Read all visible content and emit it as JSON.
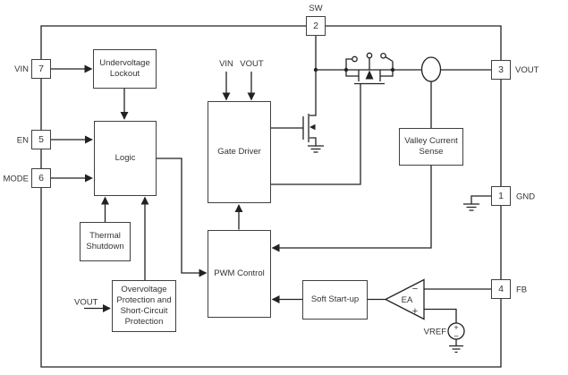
{
  "blocks": {
    "uvlo": "Undervoltage\nLockout",
    "logic": "Logic",
    "gate_driver": "Gate Driver",
    "thermal": "Thermal\nShutdown",
    "ovp": "Overvoltage\nProtection and\nShort-Circuit\nProtection",
    "pwm": "PWM Control",
    "soft_start": "Soft Start-up",
    "valley": "Valley Current\nSense"
  },
  "pins": {
    "vin": {
      "num": "7",
      "label": "VIN"
    },
    "en": {
      "num": "5",
      "label": "EN"
    },
    "mode": {
      "num": "6",
      "label": "MODE"
    },
    "sw": {
      "num": "2",
      "label": "SW"
    },
    "vout": {
      "num": "3",
      "label": "VOUT"
    },
    "gnd": {
      "num": "1",
      "label": "GND"
    },
    "fb": {
      "num": "4",
      "label": "FB"
    }
  },
  "labels": {
    "gate_driver_vin": "VIN",
    "gate_driver_vout": "VOUT",
    "ovp_input": "VOUT",
    "error_amp": "EA",
    "ea_minus": "−",
    "ea_plus": "+",
    "vref": "VREF",
    "source_plus": "+",
    "source_minus": "−"
  },
  "colors": {
    "line": "#222222",
    "box_border": "#404040",
    "text": "#333333",
    "background": "#ffffff"
  }
}
